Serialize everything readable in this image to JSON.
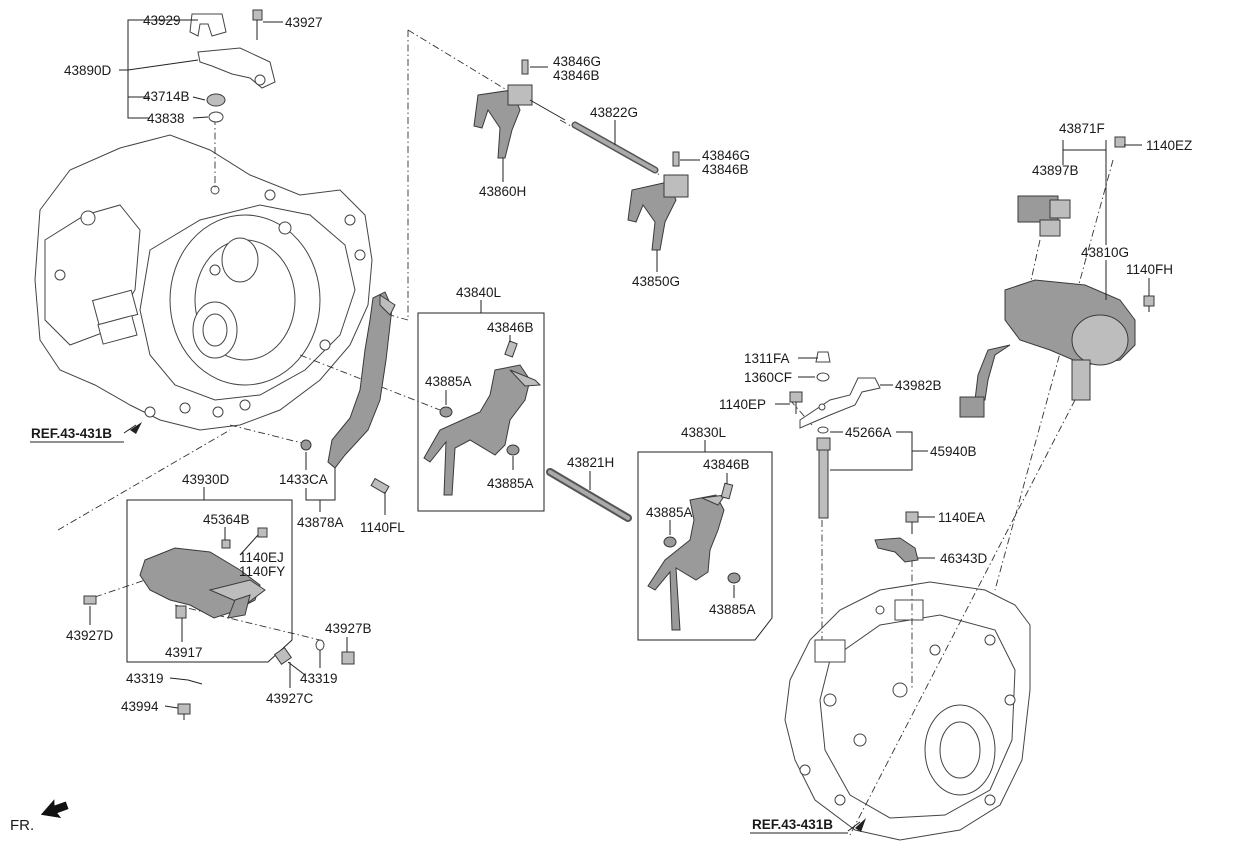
{
  "labels": {
    "p43929": "43929",
    "p43927": "43927",
    "p43890D": "43890D",
    "p43714B": "43714B",
    "p43838": "43838",
    "p43846G_1": "43846G",
    "p43846B_1": "43846B",
    "p43822G": "43822G",
    "p43846G_2": "43846G",
    "p43846B_2": "43846B",
    "p43860H": "43860H",
    "p43850G": "43850G",
    "p43871F": "43871F",
    "p1140EZ": "1140EZ",
    "p43897B": "43897B",
    "p43810G": "43810G",
    "p1140FH": "1140FH",
    "p43840L": "43840L",
    "p43846B_3": "43846B",
    "p43885A_1": "43885A",
    "p43885A_2": "43885A",
    "p1311FA": "1311FA",
    "p1360CF": "1360CF",
    "p43982B": "43982B",
    "p1140EP": "1140EP",
    "p45266A": "45266A",
    "p45940B": "45940B",
    "p43830L": "43830L",
    "p43846B_4": "43846B",
    "p43821H": "43821H",
    "p43885A_3": "43885A",
    "p43885A_4": "43885A",
    "p1433CA": "1433CA",
    "p43878A": "43878A",
    "p1140FL": "1140FL",
    "p43930D": "43930D",
    "p45364B": "45364B",
    "p1140EJ": "1140EJ",
    "p1140FY": "1140FY",
    "p43927D": "43927D",
    "p43917": "43917",
    "p43927B": "43927B",
    "p43319_1": "43319",
    "p43319_2": "43319",
    "p43927C": "43927C",
    "p43994": "43994",
    "p1140EA": "1140EA",
    "p46343D": "46343D",
    "ref_left": "REF.43-431B",
    "ref_right": "REF.43-431B",
    "fr": "FR."
  }
}
